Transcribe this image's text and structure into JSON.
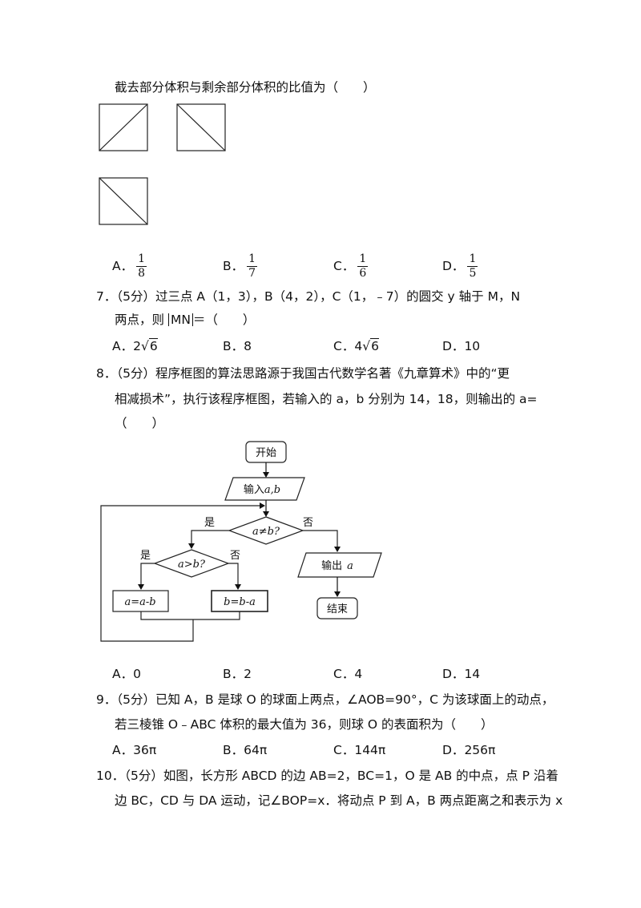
{
  "q6": {
    "stem_tail": "截去部分体积与剩余部分体积的比值为（　　）",
    "options": [
      {
        "label": "A．",
        "num": "1",
        "den": "8"
      },
      {
        "label": "B．",
        "num": "1",
        "den": "7"
      },
      {
        "label": "C．",
        "num": "1",
        "den": "6"
      },
      {
        "label": "D．",
        "num": "1",
        "den": "5"
      }
    ]
  },
  "q7": {
    "line1": "7．（5分）过三点 A（1，3），B（4，2），C（1，﹣7）的圆交 y 轴于 M，N",
    "line2_a": "两点，则",
    "abs_text": "MN",
    "line2_b": "＝（　　）",
    "options": [
      {
        "label": "A．",
        "pre": "2",
        "rad": "6"
      },
      {
        "label": "B．",
        "text": "8"
      },
      {
        "label": "C．",
        "pre": "4",
        "rad": "6"
      },
      {
        "label": "D．",
        "text": "10"
      }
    ]
  },
  "q8": {
    "line1": "8．（5分）程序框图的算法思路源于我国古代数学名著《九章算术》中的“更",
    "line2": "相减损术”，执行该程序框图，若输入的 a，b 分别为 14，18，则输出的 a=",
    "line3": "（　　）",
    "flowchart": {
      "start": "开始",
      "input_prefix": "输入",
      "input_vars": "a,b",
      "cond1": "a≠b?",
      "yes": "是",
      "no": "否",
      "cond2": "a>b?",
      "assign_a": "a=a-b",
      "assign_b": "b=b-a",
      "output_prefix": "输出",
      "output_var": "a",
      "end": "结束"
    },
    "options": [
      {
        "label": "A．",
        "text": "0"
      },
      {
        "label": "B．",
        "text": "2"
      },
      {
        "label": "C．",
        "text": "4"
      },
      {
        "label": "D．",
        "text": "14"
      }
    ]
  },
  "q9": {
    "line1": "9．（5分）已知 A，B 是球 O 的球面上两点，∠AOB=90°，C 为该球面上的动点，",
    "line2": "若三棱锥 O﹣ABC 体积的最大值为 36，则球 O 的表面积为（　　）",
    "options": [
      {
        "label": "A．",
        "text": "36π"
      },
      {
        "label": "B．",
        "text": "64π"
      },
      {
        "label": "C．",
        "text": "144π"
      },
      {
        "label": "D．",
        "text": "256π"
      }
    ]
  },
  "q10": {
    "line1": "10．（5分）如图，长方形 ABCD 的边 AB=2，BC=1，O 是 AB 的中点，点 P 沿着",
    "line2": "边 BC，CD 与 DA 运动，记∠BOP=x．将动点 P 到 A，B 两点距离之和表示为 x"
  }
}
